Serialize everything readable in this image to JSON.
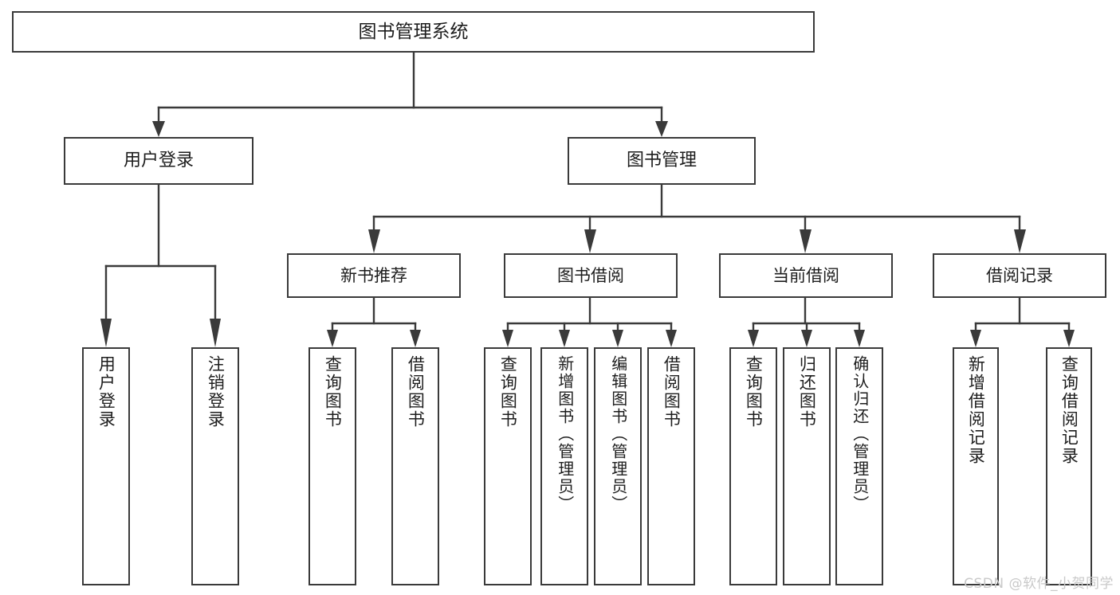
{
  "diagram": {
    "type": "tree-hierarchy",
    "title": "图书管理系统",
    "root": {
      "id": "root",
      "label": "图书管理系统"
    },
    "level2": [
      {
        "id": "user-login",
        "label": "用户登录"
      },
      {
        "id": "book-manage",
        "label": "图书管理"
      }
    ],
    "level3": [
      {
        "id": "new-book-rec",
        "label": "新书推荐"
      },
      {
        "id": "book-borrow",
        "label": "图书借阅"
      },
      {
        "id": "current-borrow",
        "label": "当前借阅"
      },
      {
        "id": "borrow-record",
        "label": "借阅记录"
      }
    ],
    "leaves": [
      {
        "id": "leaf-user-login",
        "parent": "user-login",
        "label": "用户登录"
      },
      {
        "id": "leaf-logout",
        "parent": "user-login",
        "label": "注销登录"
      },
      {
        "id": "leaf-query-book-1",
        "parent": "new-book-rec",
        "label": "查询图书"
      },
      {
        "id": "leaf-borrow-book-1",
        "parent": "new-book-rec",
        "label": "借阅图书"
      },
      {
        "id": "leaf-query-book-2",
        "parent": "book-borrow",
        "label": "查询图书"
      },
      {
        "id": "leaf-add-book",
        "parent": "book-borrow",
        "label": "新增图书（管理员）"
      },
      {
        "id": "leaf-edit-book",
        "parent": "book-borrow",
        "label": "编辑图书（管理员）"
      },
      {
        "id": "leaf-borrow-book-2",
        "parent": "book-borrow",
        "label": "借阅图书"
      },
      {
        "id": "leaf-query-book-3",
        "parent": "current-borrow",
        "label": "查询图书"
      },
      {
        "id": "leaf-return-book",
        "parent": "current-borrow",
        "label": "归还图书"
      },
      {
        "id": "leaf-confirm-return",
        "parent": "current-borrow",
        "label": "确认归还（管理员）"
      },
      {
        "id": "leaf-add-record",
        "parent": "borrow-record",
        "label": "新增借阅记录"
      },
      {
        "id": "leaf-query-record",
        "parent": "borrow-record",
        "label": "查询借阅记录"
      }
    ]
  },
  "watermark": {
    "text": "CSDN @软件_小贺同学"
  },
  "colors": {
    "stroke": "#3a3a3a",
    "box_fill": "#ffffff",
    "text": "#1d1d1d",
    "watermark": "#c9c9c9",
    "background": "#ffffff"
  }
}
